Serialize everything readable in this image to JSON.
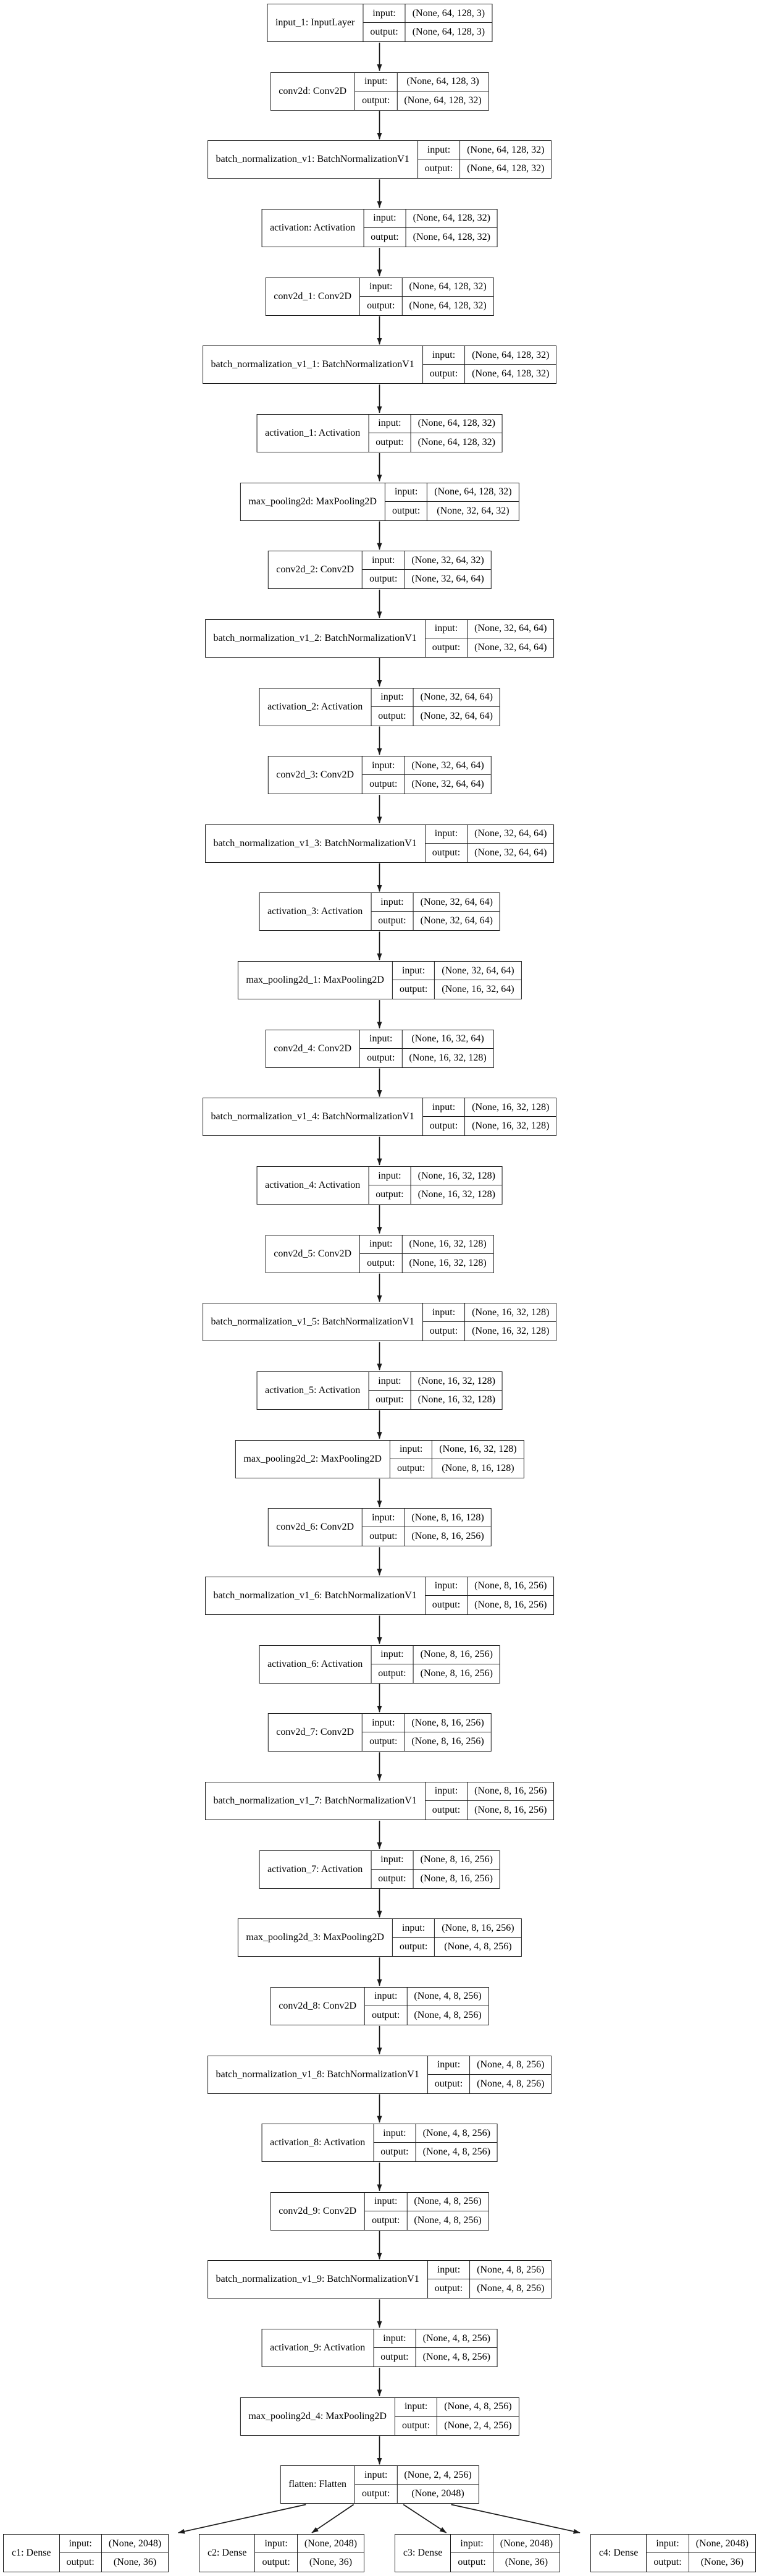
{
  "diagram": {
    "kind": "keras-model-graph",
    "io_labels": {
      "input": "input:",
      "output": "output:"
    },
    "colors": {
      "background": "#ffffff",
      "node_fill": "#ffffff",
      "border": "#1a1a1a",
      "edge": "#1a1a1a",
      "text": "#000000"
    },
    "main_chain": [
      {
        "id": "input_1",
        "label": "input_1: InputLayer",
        "input": "(None, 64, 128, 3)",
        "output": "(None, 64, 128, 3)"
      },
      {
        "id": "conv2d",
        "label": "conv2d: Conv2D",
        "input": "(None, 64, 128, 3)",
        "output": "(None, 64, 128, 32)"
      },
      {
        "id": "batch_normalization_v1",
        "label": "batch_normalization_v1: BatchNormalizationV1",
        "input": "(None, 64, 128, 32)",
        "output": "(None, 64, 128, 32)"
      },
      {
        "id": "activation",
        "label": "activation: Activation",
        "input": "(None, 64, 128, 32)",
        "output": "(None, 64, 128, 32)"
      },
      {
        "id": "conv2d_1",
        "label": "conv2d_1: Conv2D",
        "input": "(None, 64, 128, 32)",
        "output": "(None, 64, 128, 32)"
      },
      {
        "id": "batch_normalization_v1_1",
        "label": "batch_normalization_v1_1: BatchNormalizationV1",
        "input": "(None, 64, 128, 32)",
        "output": "(None, 64, 128, 32)"
      },
      {
        "id": "activation_1",
        "label": "activation_1: Activation",
        "input": "(None, 64, 128, 32)",
        "output": "(None, 64, 128, 32)"
      },
      {
        "id": "max_pooling2d",
        "label": "max_pooling2d: MaxPooling2D",
        "input": "(None, 64, 128, 32)",
        "output": "(None, 32, 64, 32)"
      },
      {
        "id": "conv2d_2",
        "label": "conv2d_2: Conv2D",
        "input": "(None, 32, 64, 32)",
        "output": "(None, 32, 64, 64)"
      },
      {
        "id": "batch_normalization_v1_2",
        "label": "batch_normalization_v1_2: BatchNormalizationV1",
        "input": "(None, 32, 64, 64)",
        "output": "(None, 32, 64, 64)"
      },
      {
        "id": "activation_2",
        "label": "activation_2: Activation",
        "input": "(None, 32, 64, 64)",
        "output": "(None, 32, 64, 64)"
      },
      {
        "id": "conv2d_3",
        "label": "conv2d_3: Conv2D",
        "input": "(None, 32, 64, 64)",
        "output": "(None, 32, 64, 64)"
      },
      {
        "id": "batch_normalization_v1_3",
        "label": "batch_normalization_v1_3: BatchNormalizationV1",
        "input": "(None, 32, 64, 64)",
        "output": "(None, 32, 64, 64)"
      },
      {
        "id": "activation_3",
        "label": "activation_3: Activation",
        "input": "(None, 32, 64, 64)",
        "output": "(None, 32, 64, 64)"
      },
      {
        "id": "max_pooling2d_1",
        "label": "max_pooling2d_1: MaxPooling2D",
        "input": "(None, 32, 64, 64)",
        "output": "(None, 16, 32, 64)"
      },
      {
        "id": "conv2d_4",
        "label": "conv2d_4: Conv2D",
        "input": "(None, 16, 32, 64)",
        "output": "(None, 16, 32, 128)"
      },
      {
        "id": "batch_normalization_v1_4",
        "label": "batch_normalization_v1_4: BatchNormalizationV1",
        "input": "(None, 16, 32, 128)",
        "output": "(None, 16, 32, 128)"
      },
      {
        "id": "activation_4",
        "label": "activation_4: Activation",
        "input": "(None, 16, 32, 128)",
        "output": "(None, 16, 32, 128)"
      },
      {
        "id": "conv2d_5",
        "label": "conv2d_5: Conv2D",
        "input": "(None, 16, 32, 128)",
        "output": "(None, 16, 32, 128)"
      },
      {
        "id": "batch_normalization_v1_5",
        "label": "batch_normalization_v1_5: BatchNormalizationV1",
        "input": "(None, 16, 32, 128)",
        "output": "(None, 16, 32, 128)"
      },
      {
        "id": "activation_5",
        "label": "activation_5: Activation",
        "input": "(None, 16, 32, 128)",
        "output": "(None, 16, 32, 128)"
      },
      {
        "id": "max_pooling2d_2",
        "label": "max_pooling2d_2: MaxPooling2D",
        "input": "(None, 16, 32, 128)",
        "output": "(None, 8, 16, 128)"
      },
      {
        "id": "conv2d_6",
        "label": "conv2d_6: Conv2D",
        "input": "(None, 8, 16, 128)",
        "output": "(None, 8, 16, 256)"
      },
      {
        "id": "batch_normalization_v1_6",
        "label": "batch_normalization_v1_6: BatchNormalizationV1",
        "input": "(None, 8, 16, 256)",
        "output": "(None, 8, 16, 256)"
      },
      {
        "id": "activation_6",
        "label": "activation_6: Activation",
        "input": "(None, 8, 16, 256)",
        "output": "(None, 8, 16, 256)"
      },
      {
        "id": "conv2d_7",
        "label": "conv2d_7: Conv2D",
        "input": "(None, 8, 16, 256)",
        "output": "(None, 8, 16, 256)"
      },
      {
        "id": "batch_normalization_v1_7",
        "label": "batch_normalization_v1_7: BatchNormalizationV1",
        "input": "(None, 8, 16, 256)",
        "output": "(None, 8, 16, 256)"
      },
      {
        "id": "activation_7",
        "label": "activation_7: Activation",
        "input": "(None, 8, 16, 256)",
        "output": "(None, 8, 16, 256)"
      },
      {
        "id": "max_pooling2d_3",
        "label": "max_pooling2d_3: MaxPooling2D",
        "input": "(None, 8, 16, 256)",
        "output": "(None, 4, 8, 256)"
      },
      {
        "id": "conv2d_8",
        "label": "conv2d_8: Conv2D",
        "input": "(None, 4, 8, 256)",
        "output": "(None, 4, 8, 256)"
      },
      {
        "id": "batch_normalization_v1_8",
        "label": "batch_normalization_v1_8: BatchNormalizationV1",
        "input": "(None, 4, 8, 256)",
        "output": "(None, 4, 8, 256)"
      },
      {
        "id": "activation_8",
        "label": "activation_8: Activation",
        "input": "(None, 4, 8, 256)",
        "output": "(None, 4, 8, 256)"
      },
      {
        "id": "conv2d_9",
        "label": "conv2d_9: Conv2D",
        "input": "(None, 4, 8, 256)",
        "output": "(None, 4, 8, 256)"
      },
      {
        "id": "batch_normalization_v1_9",
        "label": "batch_normalization_v1_9: BatchNormalizationV1",
        "input": "(None, 4, 8, 256)",
        "output": "(None, 4, 8, 256)"
      },
      {
        "id": "activation_9",
        "label": "activation_9: Activation",
        "input": "(None, 4, 8, 256)",
        "output": "(None, 4, 8, 256)"
      },
      {
        "id": "max_pooling2d_4",
        "label": "max_pooling2d_4: MaxPooling2D",
        "input": "(None, 4, 8, 256)",
        "output": "(None, 2, 4, 256)"
      },
      {
        "id": "flatten",
        "label": "flatten: Flatten",
        "input": "(None, 2, 4, 256)",
        "output": "(None, 2048)"
      }
    ],
    "output_heads": [
      {
        "id": "c1",
        "label": "c1: Dense",
        "input": "(None, 2048)",
        "output": "(None, 36)"
      },
      {
        "id": "c2",
        "label": "c2: Dense",
        "input": "(None, 2048)",
        "output": "(None, 36)"
      },
      {
        "id": "c3",
        "label": "c3: Dense",
        "input": "(None, 2048)",
        "output": "(None, 36)"
      },
      {
        "id": "c4",
        "label": "c4: Dense",
        "input": "(None, 2048)",
        "output": "(None, 36)"
      }
    ]
  }
}
